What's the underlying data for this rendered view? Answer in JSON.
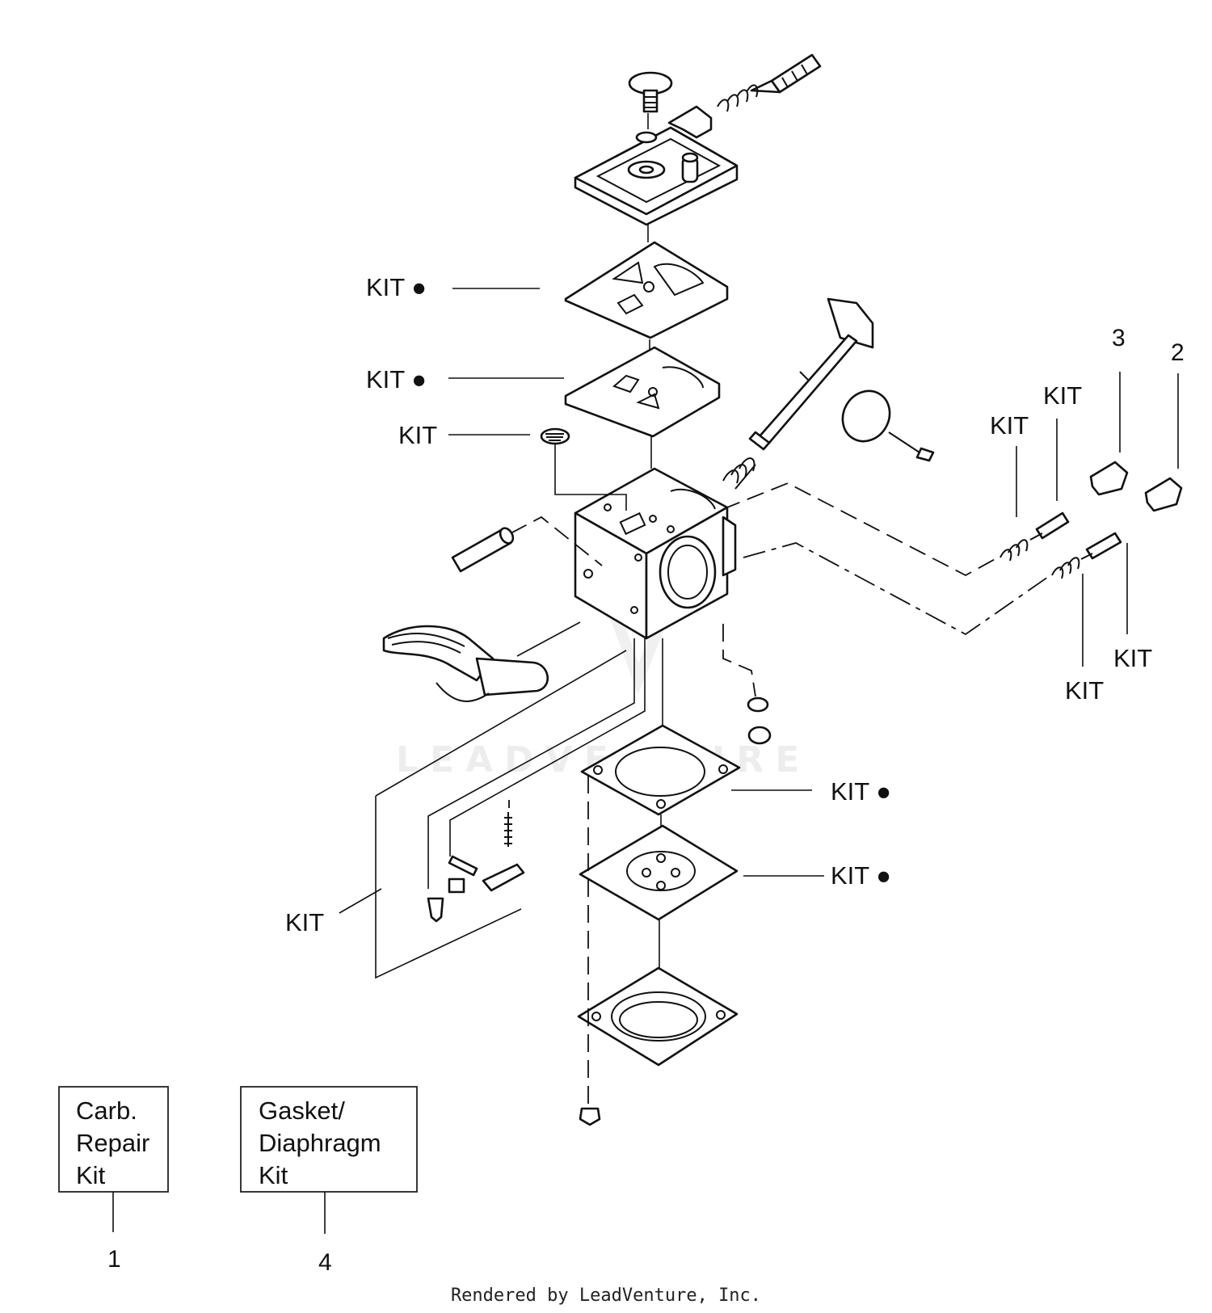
{
  "labels": {
    "kit": "KIT",
    "kit_dot": "KIT ●"
  },
  "callouts": {
    "n1": "1",
    "n2": "2",
    "n3": "3",
    "n4": "4"
  },
  "legend": {
    "carb_repair_kit": [
      "Carb.",
      "Repair",
      "Kit"
    ],
    "gasket_diaphragm_kit": [
      "Gasket/",
      "Diaphragm",
      "Kit"
    ]
  },
  "watermark": "LEADVENTURE",
  "footer": "Rendered by LeadVenture, Inc."
}
